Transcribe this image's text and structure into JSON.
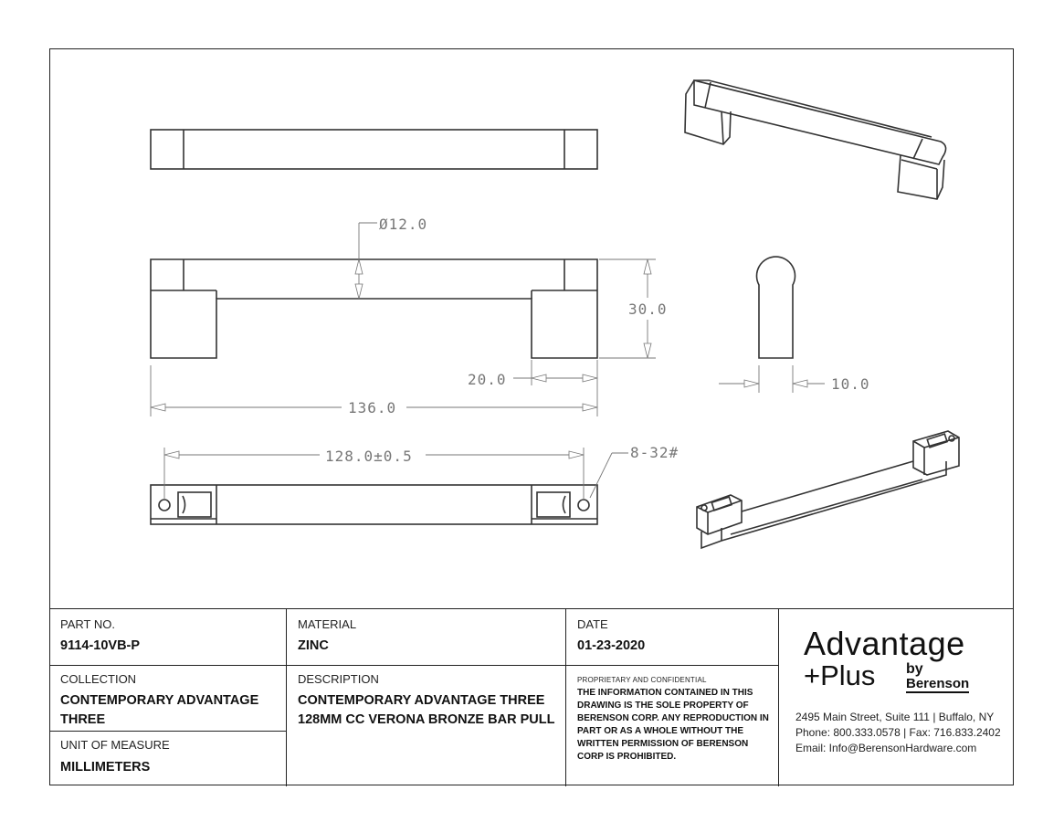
{
  "dimensions": {
    "diameter": "Ø12.0",
    "height": "30.0",
    "foot_width": "20.0",
    "overall_length": "136.0",
    "thickness": "10.0",
    "center_to_center": "128.0±0.5",
    "thread": "8-32#"
  },
  "title_block": {
    "part_no_label": "PART NO.",
    "part_no": "9114-10VB-P",
    "material_label": "MATERIAL",
    "material": "ZINC",
    "date_label": "DATE",
    "date": "01-23-2020",
    "collection_label": "COLLECTION",
    "collection": "CONTEMPORARY ADVANTAGE THREE",
    "description_label": "DESCRIPTION",
    "description": "CONTEMPORARY ADVANTAGE THREE 128MM CC VERONA BRONZE BAR PULL",
    "uom_label": "UNIT OF MEASURE",
    "uom": "MILLIMETERS",
    "proprietary_label": "PROPRIETARY AND CONFIDENTIAL",
    "proprietary_text": "THE INFORMATION CONTAINED IN THIS DRAWING IS THE SOLE PROPERTY OF BERENSON CORP. ANY REPRODUCTION IN PART OR AS A WHOLE WITHOUT THE WRITTEN PERMISSION OF BERENSON CORP IS PROHIBITED."
  },
  "company": {
    "logo_line1": "Advantage",
    "logo_line2": "+Plus",
    "logo_by": "by",
    "logo_brand": "Berenson",
    "address": "2495 Main Street, Suite 111 | Buffalo, NY",
    "phone": "Phone: 800.333.0578 | Fax: 716.833.2402",
    "email": "Email: Info@BerensonHardware.com"
  }
}
